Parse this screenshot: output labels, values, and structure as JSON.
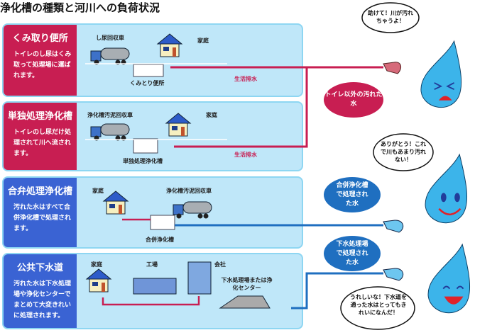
{
  "title": "浄化槽の種類と河川への負荷状況",
  "panels": [
    {
      "heading": "くみ取り便所",
      "desc": "トイレのし尿はくみ取って処理場に運ばれます。",
      "truck": "し尿回収車",
      "house": "家庭",
      "tank": "くみとり便所",
      "drain": "生活排水"
    },
    {
      "heading": "単独処理浄化槽",
      "desc": "トイレのし尿だけ処理されて川へ流されます。",
      "truck": "浄化槽汚泥回収車",
      "house": "家庭",
      "tank": "単独処理浄化槽",
      "drain": "生活排水"
    },
    {
      "heading": "合弁処理浄化槽",
      "desc": "汚れた水はすべて合併浄化槽で処理されます。",
      "truck": "浄化槽汚泥回収車",
      "house": "家庭",
      "tank": "合併浄化槽"
    },
    {
      "heading": "公共下水道",
      "desc": "汚れた水は下水処理場や浄化センターでまとめて大変きれいに処理されます。",
      "house": "家庭",
      "factory": "工場",
      "office": "会社",
      "plant": "下水処理場または浄化センター"
    }
  ],
  "labels": {
    "dirty": "トイレ以外の汚れた水",
    "septic": "合併浄化槽で処理された水",
    "sewage": "下水処理場で処理された水"
  },
  "bubbles": {
    "sad": "助けて！川が汚れちゃうよ！",
    "smile": "ありがとう！これで川もあまり汚れない！",
    "happy": "うれしいな！下水道を通った水はとってもきれいになんだ！"
  },
  "colors": {
    "red": "#c81e52",
    "blue": "#3a63d3",
    "pipe_blue": "#1f6fc0",
    "panel": "#bfe7f9",
    "drop": "#3cb4ea"
  }
}
